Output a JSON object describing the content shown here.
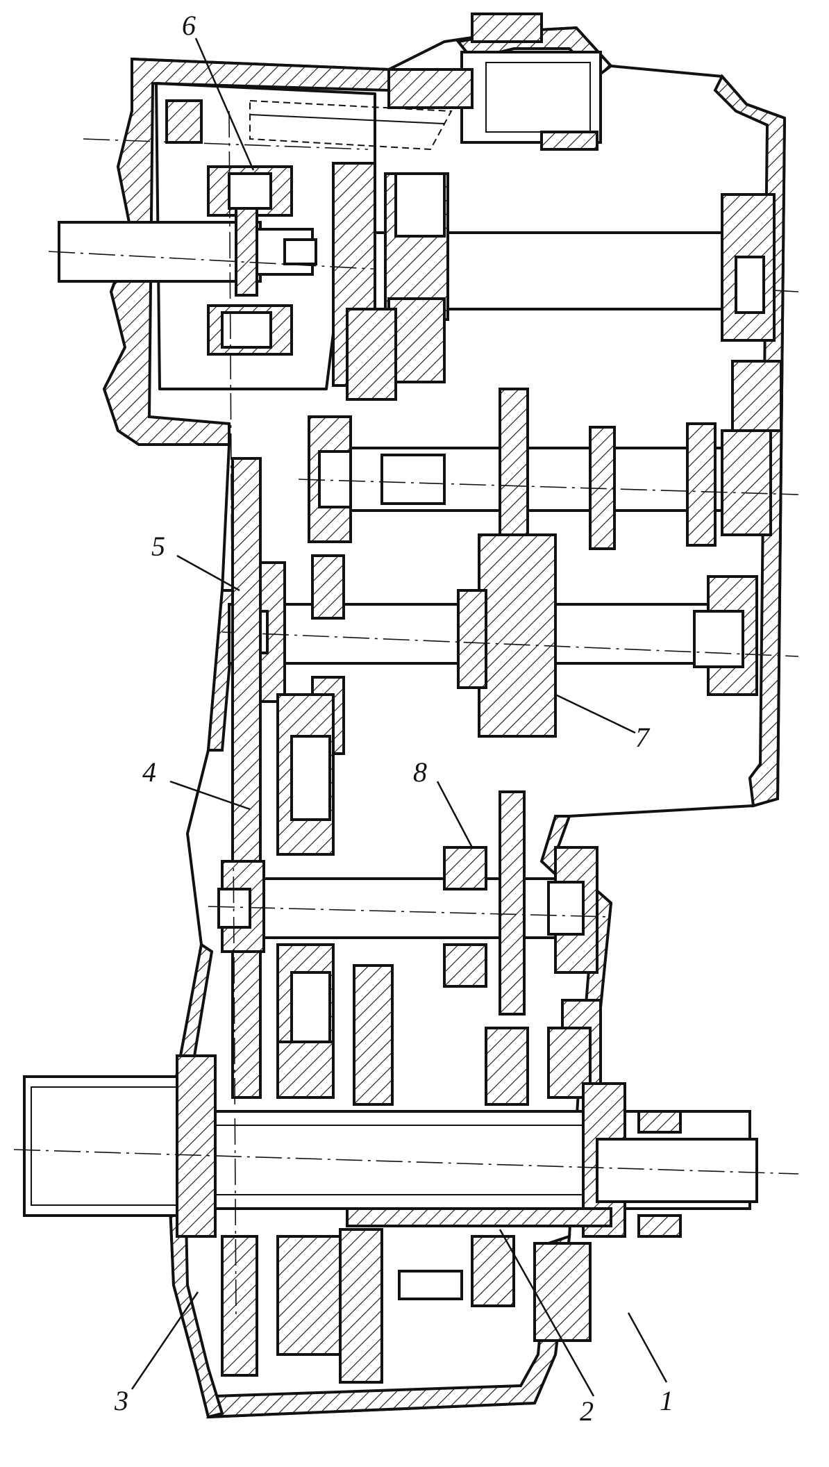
{
  "drawing": {
    "labels": [
      "1",
      "2",
      "3",
      "4",
      "5",
      "6",
      "7",
      "8"
    ]
  }
}
